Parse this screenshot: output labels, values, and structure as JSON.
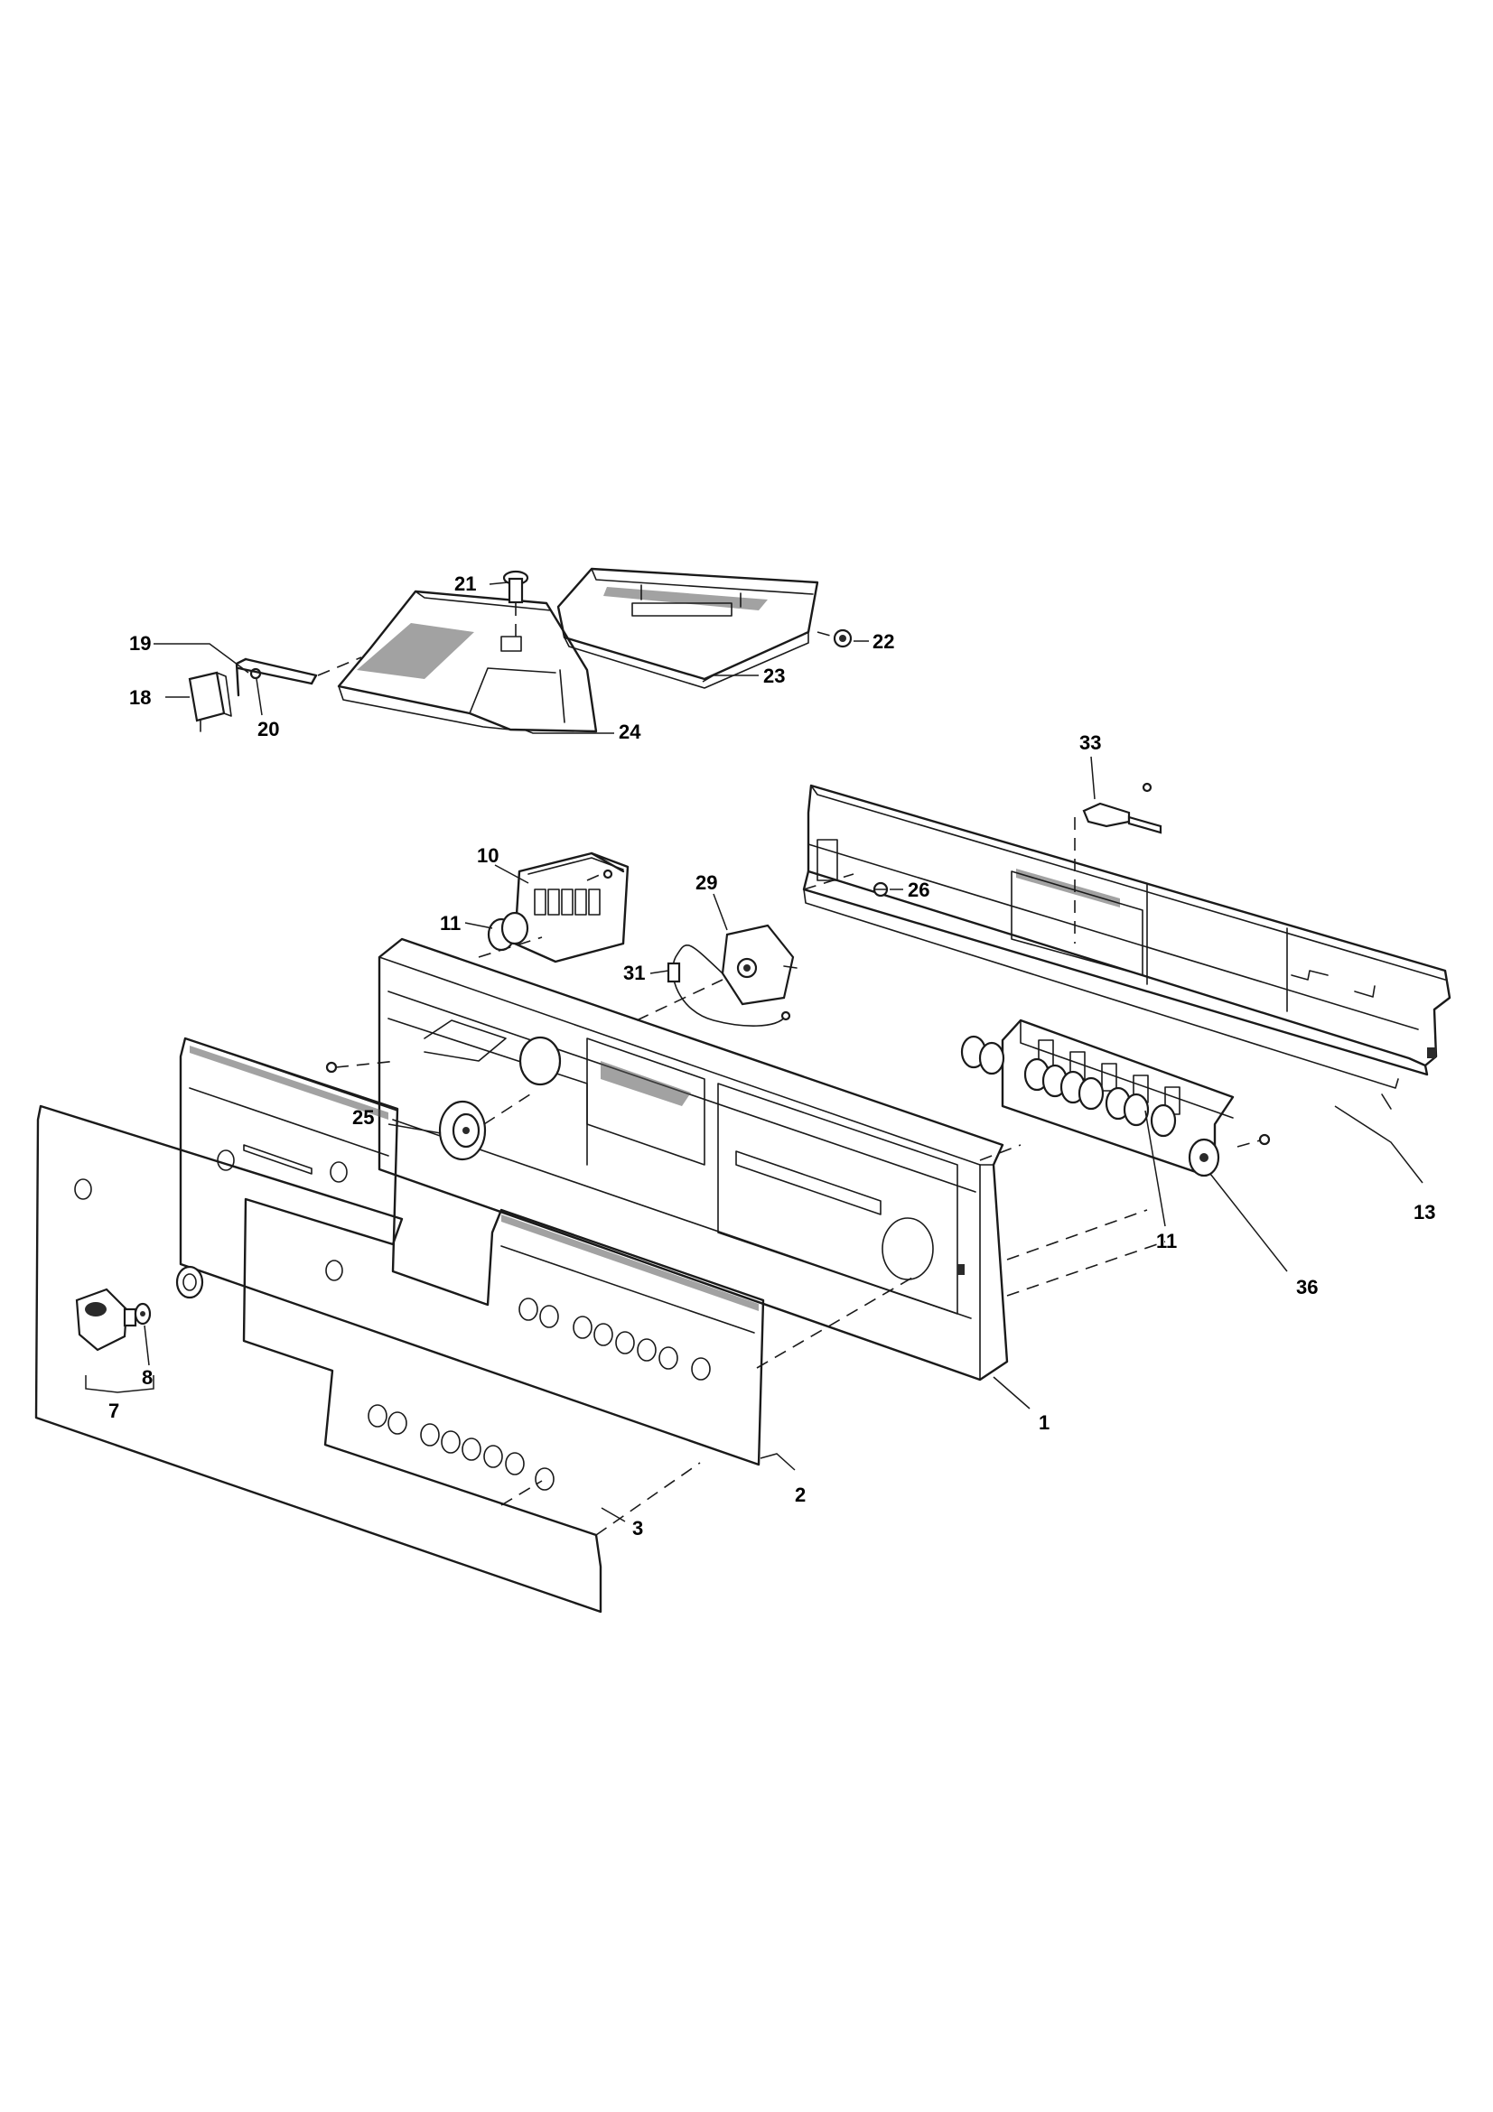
{
  "labels": {
    "p1": "1",
    "p2": "2",
    "p3": "3",
    "p7": "7",
    "p8": "8",
    "p10": "10",
    "p11a": "11",
    "p11b": "11",
    "p13": "13",
    "p18": "18",
    "p19": "19",
    "p20": "20",
    "p21": "21",
    "p22": "22",
    "p23": "23",
    "p24": "24",
    "p25": "25",
    "p26": "26",
    "p29": "29",
    "p31": "31",
    "p33": "33",
    "p36": "36"
  }
}
